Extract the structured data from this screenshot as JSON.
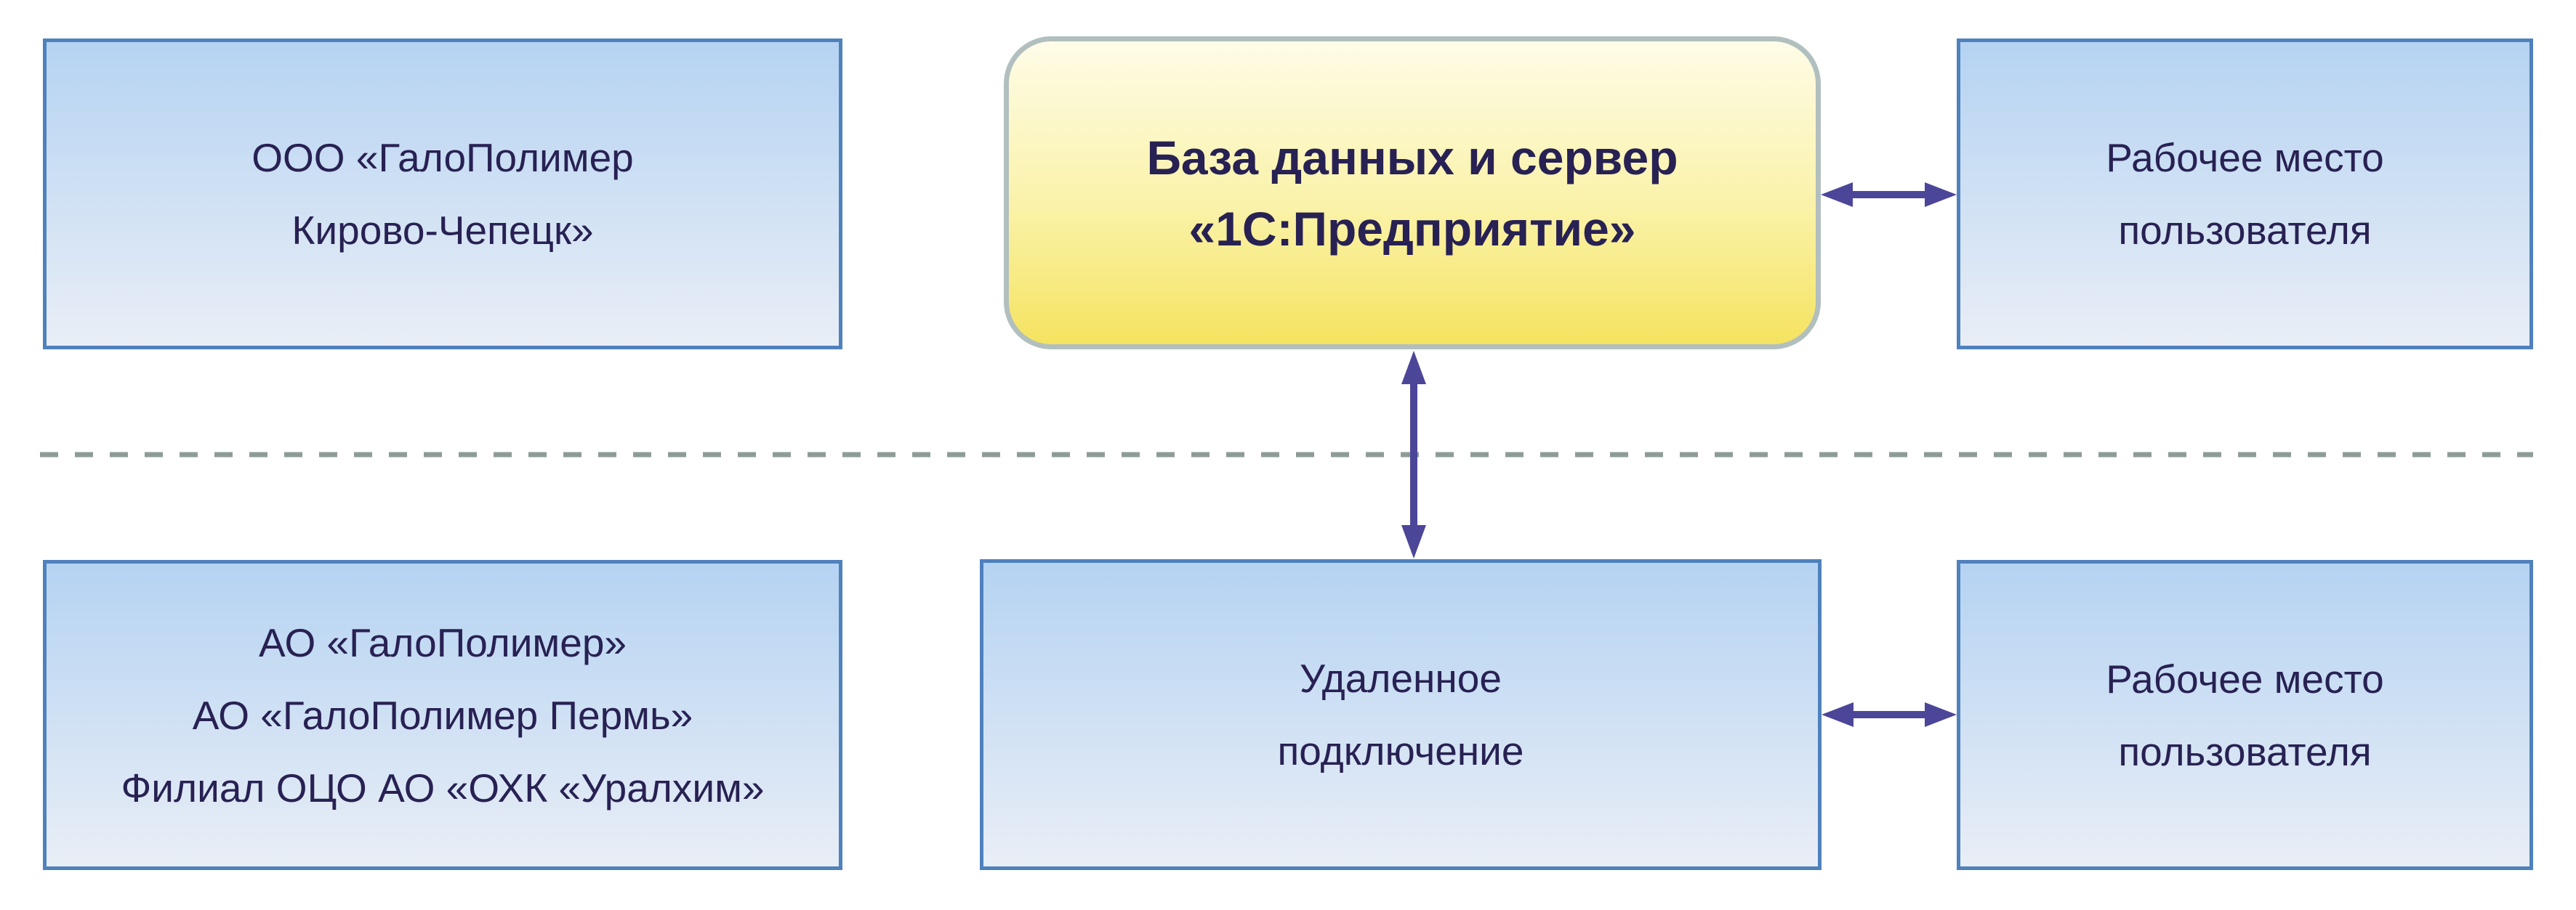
{
  "colors": {
    "blue_border": "#4f81bd",
    "blue_top": "#b5d3f2",
    "blue_bottom": "#e9eef6",
    "yellow_border": "#b2bfbf",
    "yellow_top": "#fefce8",
    "yellow_mid": "#faf2a8",
    "yellow_bottom": "#f5e360",
    "text": "#282153",
    "arrow": "#4c4699",
    "dash": "#8e9c99"
  },
  "boxes": {
    "top_left": {
      "lines": [
        "ООО «ГалоПолимер",
        "Кирово-Чепецк»"
      ]
    },
    "top_center": {
      "lines": [
        "База данных и сервер",
        "«1С:Предприятие»"
      ]
    },
    "top_right": {
      "lines": [
        "Рабочее место",
        "пользователя"
      ]
    },
    "bottom_left": {
      "lines": [
        "АО «ГалоПолимер»",
        "АО «ГалоПолимер Пермь»",
        "Филиал ОЦО АО «ОХК «Уралхим»"
      ]
    },
    "bottom_center": {
      "lines": [
        "Удаленное",
        "подключение"
      ]
    },
    "bottom_right": {
      "lines": [
        "Рабочее место",
        "пользователя"
      ]
    }
  },
  "connectors": [
    {
      "id": "server-to-top-workstation",
      "type": "double-arrow",
      "orientation": "horizontal"
    },
    {
      "id": "server-to-remote-connection",
      "type": "double-arrow",
      "orientation": "vertical"
    },
    {
      "id": "remote-connection-to-bottom-workstation",
      "type": "double-arrow",
      "orientation": "horizontal"
    },
    {
      "id": "network-boundary",
      "type": "dashed-line",
      "orientation": "horizontal"
    }
  ]
}
